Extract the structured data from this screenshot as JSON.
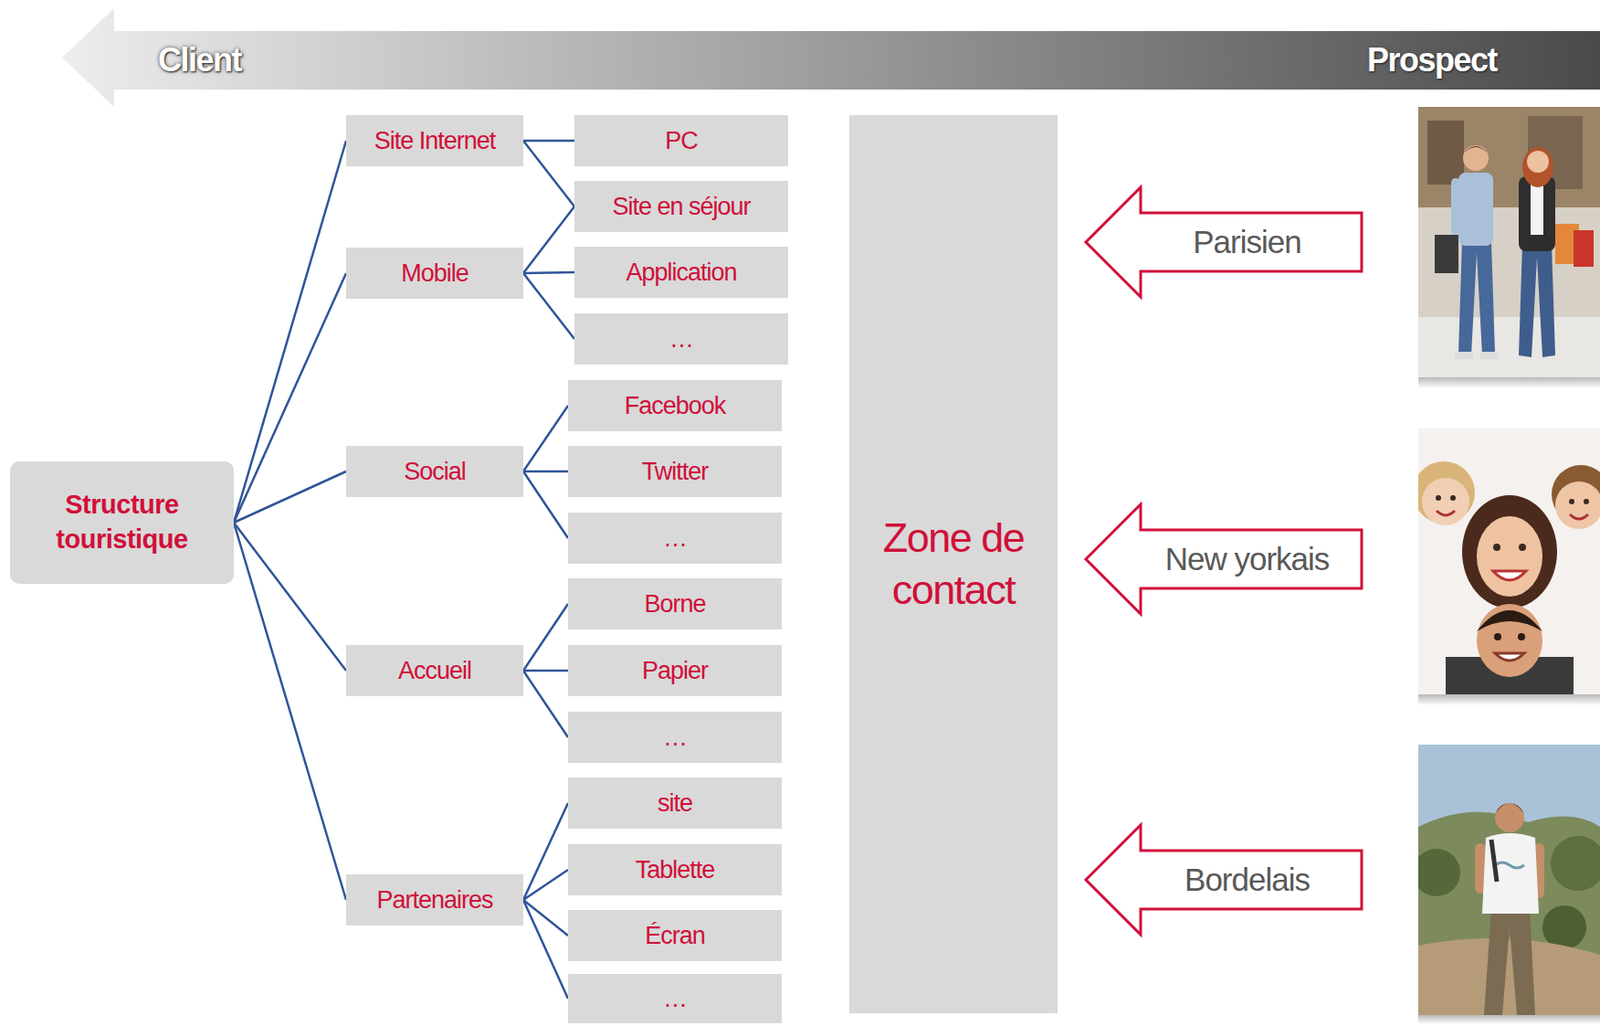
{
  "diagram": {
    "nodes": [
      {
        "text": [
          "Client",
          "Prospect"
        ]
      },
      {
        "text": [
          "Structure touristique"
        ]
      },
      {
        "text": [
          "Site Internet"
        ]
      },
      {
        "text": [
          "Mobile"
        ]
      },
      {
        "text": [
          "Social"
        ]
      },
      {
        "text": [
          "Accueil"
        ]
      },
      {
        "text": [
          "Partenaires"
        ]
      },
      {
        "text": [
          "PC"
        ]
      },
      {
        "text": [
          "Site en séjour"
        ]
      },
      {
        "text": [
          "Application"
        ]
      },
      {
        "text": [
          "…"
        ]
      },
      {
        "text": [
          "Facebook"
        ]
      },
      {
        "text": [
          "Twitter"
        ]
      },
      {
        "text": [
          "…"
        ]
      },
      {
        "text": [
          "Borne"
        ]
      },
      {
        "text": [
          "Papier"
        ]
      },
      {
        "text": [
          "…"
        ]
      },
      {
        "text": [
          "site"
        ]
      },
      {
        "text": [
          "Tablette"
        ]
      },
      {
        "text": [
          "Écran"
        ]
      },
      {
        "text": [
          "…"
        ]
      },
      {
        "text": [
          "Zone de contact"
        ]
      },
      {
        "text": [
          "Parisien"
        ]
      },
      {
        "text": [
          "New yorkais"
        ]
      },
      {
        "text": [
          "Bordelais"
        ]
      }
    ],
    "edges": [
      {
        "from": 1,
        "to": 2,
        "arrow": "none"
      },
      {
        "from": 1,
        "to": 3,
        "arrow": "none"
      },
      {
        "from": 1,
        "to": 4,
        "arrow": "none"
      },
      {
        "from": 1,
        "to": 5,
        "arrow": "none"
      },
      {
        "from": 1,
        "to": 6,
        "arrow": "none"
      },
      {
        "from": 2,
        "to": 7,
        "arrow": "none"
      },
      {
        "from": 2,
        "to": 8,
        "arrow": "none"
      },
      {
        "from": 3,
        "to": 8,
        "arrow": "none"
      },
      {
        "from": 3,
        "to": 9,
        "arrow": "none"
      },
      {
        "from": 3,
        "to": 10,
        "arrow": "none"
      },
      {
        "from": 4,
        "to": 11,
        "arrow": "none"
      },
      {
        "from": 4,
        "to": 12,
        "arrow": "none"
      },
      {
        "from": 4,
        "to": 13,
        "arrow": "none"
      },
      {
        "from": 5,
        "to": 14,
        "arrow": "none"
      },
      {
        "from": 5,
        "to": 15,
        "arrow": "none"
      },
      {
        "from": 5,
        "to": 16,
        "arrow": "none"
      },
      {
        "from": 6,
        "to": 17,
        "arrow": "none"
      },
      {
        "from": 6,
        "to": 18,
        "arrow": "none"
      },
      {
        "from": 6,
        "to": 19,
        "arrow": "none"
      },
      {
        "from": 6,
        "to": 20,
        "arrow": "none"
      }
    ]
  }
}
